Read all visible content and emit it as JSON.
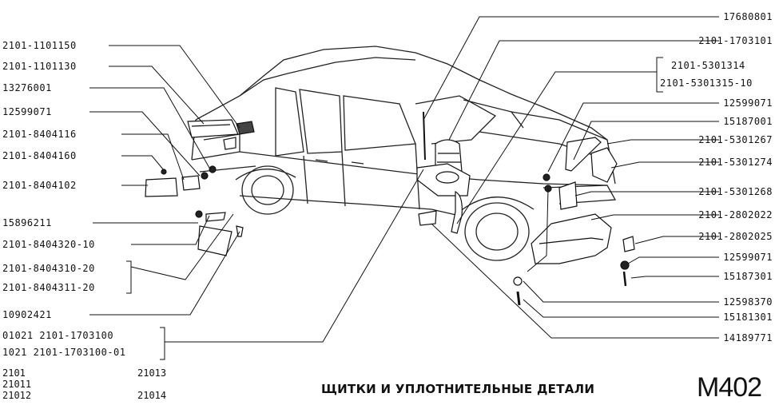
{
  "left_labels": [
    {
      "id": "l1",
      "text": "2101-1101150"
    },
    {
      "id": "l2",
      "text": "2101-1101130"
    },
    {
      "id": "l3",
      "text": "13276001"
    },
    {
      "id": "l4",
      "text": "12599071"
    },
    {
      "id": "l5",
      "text": "2101-8404116"
    },
    {
      "id": "l6",
      "text": "2101-8404160"
    },
    {
      "id": "l7",
      "text": "2101-8404102"
    },
    {
      "id": "l8",
      "text": "15896211"
    },
    {
      "id": "l9",
      "text": "2101-8404320-10"
    },
    {
      "id": "l10",
      "text": "2101-8404310-20"
    },
    {
      "id": "l11",
      "text": "2101-8404311-20"
    },
    {
      "id": "l12",
      "text": "10902421"
    },
    {
      "id": "l13",
      "text": "01021 2101-1703100"
    },
    {
      "id": "l14",
      "text": "1021 2101-1703100-01"
    }
  ],
  "right_labels": [
    {
      "id": "r1",
      "text": "17680801"
    },
    {
      "id": "r2",
      "text": "2101-1703101"
    },
    {
      "id": "r3",
      "text": "2101-5301314"
    },
    {
      "id": "r4",
      "text": "2101-5301315-10"
    },
    {
      "id": "r5",
      "text": "12599071"
    },
    {
      "id": "r6",
      "text": "15187001"
    },
    {
      "id": "r7",
      "text": "2101-5301267"
    },
    {
      "id": "r8",
      "text": "2101-5301274"
    },
    {
      "id": "r9",
      "text": "2101-5301268"
    },
    {
      "id": "r10",
      "text": "2101-2802022"
    },
    {
      "id": "r11",
      "text": "2101-2802025"
    },
    {
      "id": "r12",
      "text": "12599071"
    },
    {
      "id": "r13",
      "text": "15187301"
    },
    {
      "id": "r14",
      "text": "12598370"
    },
    {
      "id": "r15",
      "text": "15181301"
    },
    {
      "id": "r16",
      "text": "14189771"
    }
  ],
  "models": {
    "col1": [
      "2101",
      "21011",
      "21012"
    ],
    "col2": [
      "21013",
      "21014"
    ]
  },
  "title": "ЩИТКИ И УПЛОТНИТЕЛЬНЫЕ ДЕТАЛИ",
  "page_code": "М402"
}
